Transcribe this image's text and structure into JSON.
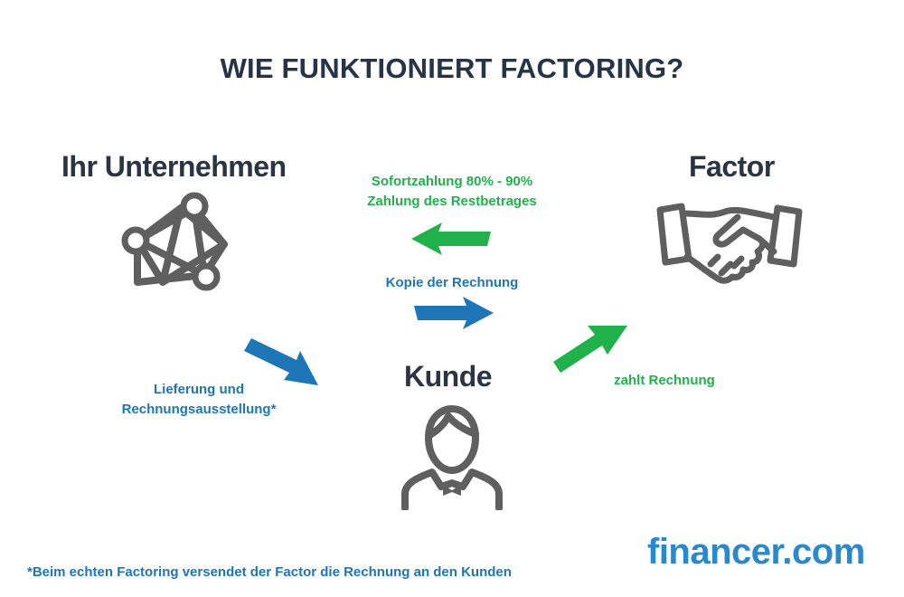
{
  "title": "WIE FUNKTIONIERT FACTORING?",
  "nodes": {
    "company": "Ihr Unternehmen",
    "factor": "Factor",
    "customer": "Kunde"
  },
  "flows": {
    "payment_line1": "Sofortzahlung 80% - 90%",
    "payment_line2": "Zahlung des Restbetrages",
    "invoice_copy": "Kopie der Rechnung",
    "delivery_line1": "Lieferung und",
    "delivery_line2": "Rechnungsausstellung*",
    "customer_pays": "zahlt Rechnung"
  },
  "footnote": "*Beim echten Factoring versendet der Factor die Rechnung an den Kunden",
  "brand": {
    "prefix": "financer.c",
    "o": "o",
    "suffix": "m"
  },
  "icons": {
    "company": "network-icon",
    "factor": "handshake-icon",
    "customer": "person-icon"
  },
  "colors": {
    "green": "#1fb24a",
    "blue": "#1c76b7",
    "dark": "#2a3442",
    "icon_gray": "#5f5f5f"
  }
}
